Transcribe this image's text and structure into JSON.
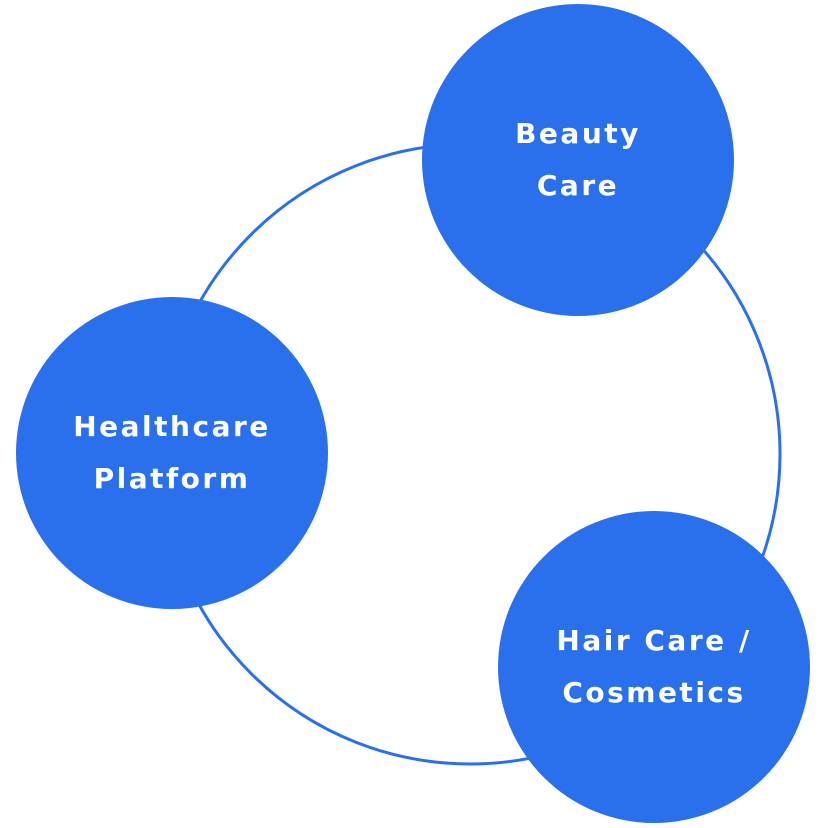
{
  "diagram": {
    "accent_color": "#2a6fec",
    "text_color": "#ffffff",
    "nodes": [
      {
        "id": "beauty-care",
        "lines": [
          "Beauty",
          "Care"
        ]
      },
      {
        "id": "healthcare-platform",
        "lines": [
          "Healthcare",
          "Platform"
        ]
      },
      {
        "id": "hair-care-cosmetics",
        "lines": [
          "Hair Care /",
          "Cosmetics"
        ]
      }
    ]
  }
}
